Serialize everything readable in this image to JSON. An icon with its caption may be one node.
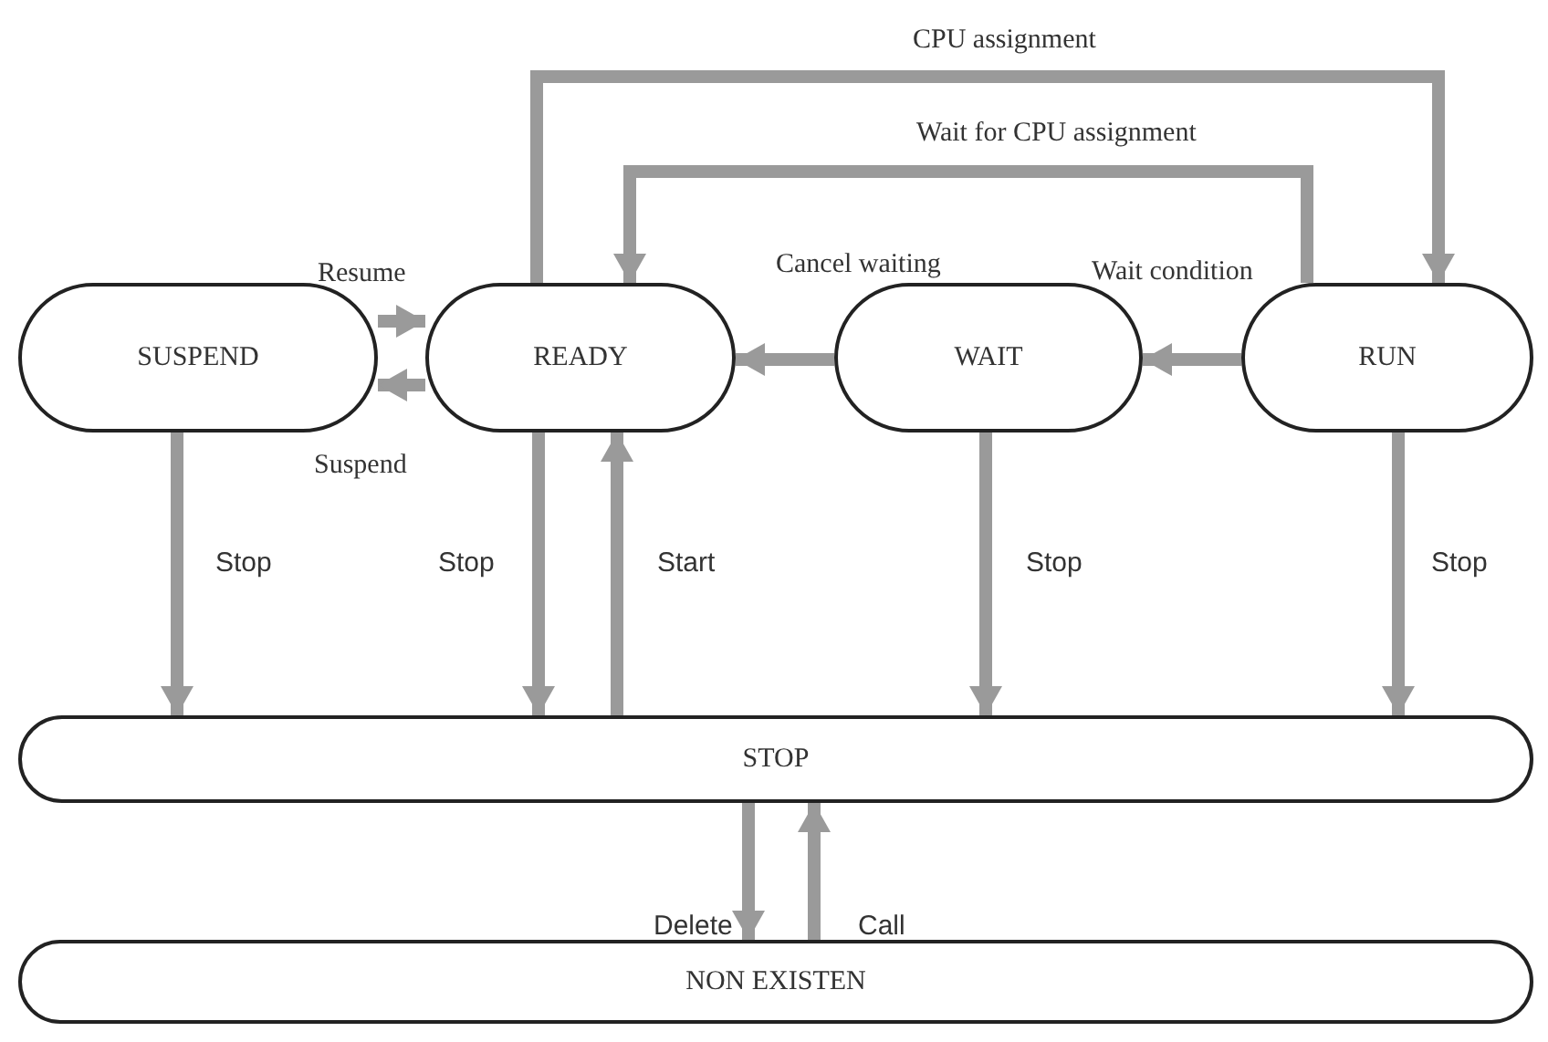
{
  "diagram": {
    "nodes": [
      {
        "text": [
          "SUSPEND"
        ]
      },
      {
        "text": [
          "READY"
        ]
      },
      {
        "text": [
          "WAIT"
        ]
      },
      {
        "text": [
          "RUN"
        ]
      },
      {
        "text": [
          "STOP"
        ]
      },
      {
        "text": [
          "NON EXISTEN"
        ]
      }
    ],
    "edges": [
      {
        "from": 0,
        "to": 1,
        "arrow": "to",
        "label": "Resume"
      },
      {
        "from": 1,
        "to": 0,
        "arrow": "to",
        "label": "Suspend"
      },
      {
        "from": 2,
        "to": 1,
        "arrow": "to",
        "label": "Cancel waiting"
      },
      {
        "from": 3,
        "to": 2,
        "arrow": "to",
        "label": "Wait condition"
      },
      {
        "from": 1,
        "to": 3,
        "arrow": "to",
        "label": "CPU assignment"
      },
      {
        "from": 3,
        "to": 1,
        "arrow": "to",
        "label": "Wait for CPU assignment"
      },
      {
        "from": 0,
        "to": 4,
        "arrow": "to",
        "label": "Stop"
      },
      {
        "from": 1,
        "to": 4,
        "arrow": "to",
        "label": "Stop"
      },
      {
        "from": 4,
        "to": 1,
        "arrow": "to",
        "label": "Start"
      },
      {
        "from": 2,
        "to": 4,
        "arrow": "to",
        "label": "Stop"
      },
      {
        "from": 3,
        "to": 4,
        "arrow": "to",
        "label": "Stop"
      },
      {
        "from": 4,
        "to": 5,
        "arrow": "to",
        "label": "Delete"
      },
      {
        "from": 5,
        "to": 4,
        "arrow": "to",
        "label": "Call"
      }
    ]
  }
}
